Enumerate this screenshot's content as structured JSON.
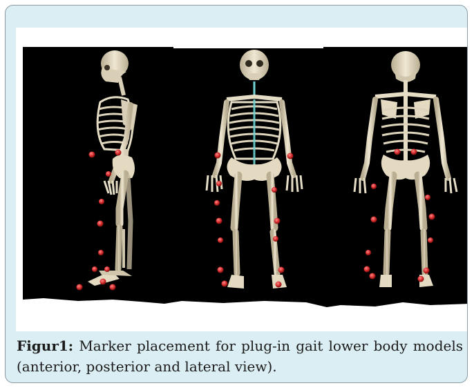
{
  "figure": {
    "caption_label": "Figur1:",
    "caption_text": "Marker placement for plug-in gait lower body models (anterior, posterior and lateral view).",
    "image_description_views": [
      "lateral",
      "anterior",
      "posterior"
    ],
    "colors": {
      "frame_background": "#dbeef3",
      "image_background": "#000000",
      "bone": "#e6ddc6",
      "marker": "#d42a2a",
      "spine_highlight": "#6fd4d4"
    }
  }
}
